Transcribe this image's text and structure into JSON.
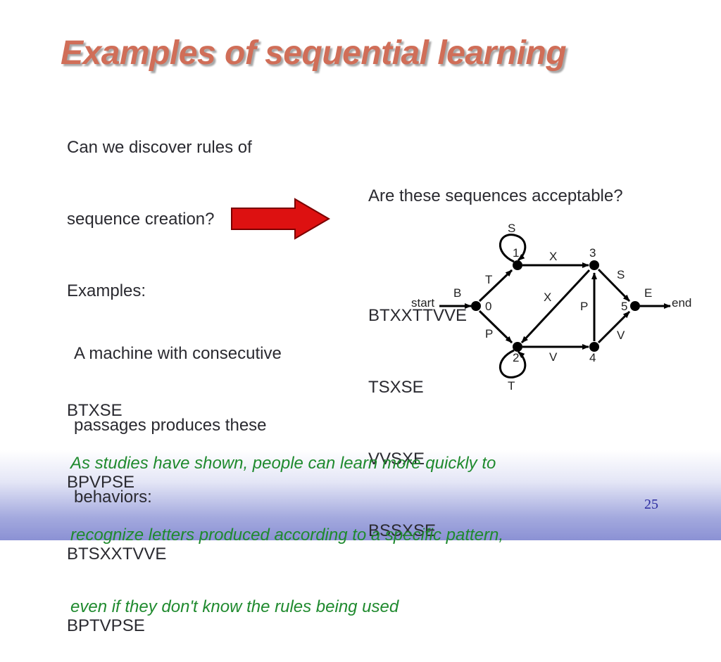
{
  "slide": {
    "title": "Examples of sequential learning",
    "page_number": "25"
  },
  "left_block": {
    "lines": [
      "Can we discover rules of",
      "sequence creation?",
      "Examples:",
      "",
      "BTXSE",
      "BPVPSE",
      "BTSXXTVVE",
      "BPTVPSE"
    ]
  },
  "right_block": {
    "lines": [
      "Are these sequences acceptable?",
      "",
      "BTXXTTVVE",
      "TSXSE",
      "VVSXE",
      "BSSXSE"
    ]
  },
  "machine_text": {
    "lines": [
      "A machine with consecutive",
      "passages produces these",
      "behaviors:"
    ]
  },
  "caption": {
    "lines": [
      "As studies have shown, people can learn more quickly to",
      "recognize letters produced according to a specific pattern,",
      "even if they don't know the rules being used"
    ]
  },
  "colors": {
    "title": "#d06e58",
    "arrow_fill": "#dd1111",
    "caption": "#1f8a2e",
    "page_number": "#2b2ba0"
  },
  "diagram": {
    "start_label": "start",
    "end_label": "end",
    "nodes": [
      "0",
      "1",
      "2",
      "3",
      "4",
      "5"
    ],
    "edges": [
      {
        "from": "start",
        "to": "0",
        "label": "B"
      },
      {
        "from": "0",
        "to": "1",
        "label": "T"
      },
      {
        "from": "0",
        "to": "2",
        "label": "P"
      },
      {
        "from": "1",
        "to": "1",
        "label": "S"
      },
      {
        "from": "1",
        "to": "3",
        "label": "X"
      },
      {
        "from": "2",
        "to": "2",
        "label": "T"
      },
      {
        "from": "2",
        "to": "4",
        "label": "V"
      },
      {
        "from": "3",
        "to": "2",
        "label": "X"
      },
      {
        "from": "3",
        "to": "5",
        "label": "S"
      },
      {
        "from": "4",
        "to": "3",
        "label": "P"
      },
      {
        "from": "4",
        "to": "5",
        "label": "V"
      },
      {
        "from": "5",
        "to": "end",
        "label": "E"
      }
    ]
  }
}
